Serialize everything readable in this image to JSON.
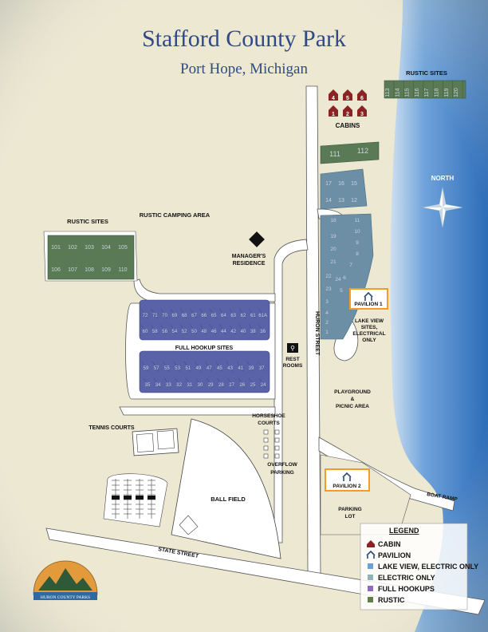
{
  "title": "Stafford County Park",
  "subtitle": "Port Hope, Michigan",
  "compass": "NORTH",
  "labels": {
    "rustic_sites_top": "RUSTIC SITES",
    "cabins": "CABINS",
    "rustic_sites_left": "RUSTIC SITES",
    "rustic_camping_area": "RUSTIC CAMPING AREA",
    "manager_1": "MANAGER'S",
    "manager_2": "RESIDENCE",
    "full_hookup_sites": "FULL HOOKUP SITES",
    "rest_1": "REST",
    "rest_2": "ROOMS",
    "huron_street": "HURON STREET",
    "pavilion_1": "PAVILION 1",
    "lake_view_1": "LAKE VIEW",
    "lake_view_2": "SITES,",
    "lake_view_3": "ELECTRICAL",
    "lake_view_4": "ONLY",
    "playground_1": "PLAYGROUND",
    "playground_2": "&",
    "playground_3": "PICNIC AREA",
    "tennis_courts": "TENNIS COURTS",
    "horseshoe_1": "HORSESHOE",
    "horseshoe_2": "COURTS",
    "overflow_1": "OVERFLOW",
    "overflow_2": "PARKING",
    "ball_field": "BALL FIELD",
    "pavilion_2": "PAVILION 2",
    "boat_ramp": "BOAT RAMP",
    "parking_1": "PARKING",
    "parking_2": "LOT",
    "state_street": "STATE STREET",
    "logo_text": "HURON COUNTY PARKS"
  },
  "legend": {
    "title": "LEGEND",
    "items": [
      {
        "label": "CABIN",
        "color": "#8b2323",
        "icon": "cabin-icon"
      },
      {
        "label": "PAVILION",
        "color": "#2e4a7a",
        "icon": "pavilion-icon"
      },
      {
        "label": "LAKE VIEW, ELECTRIC ONLY",
        "color": "#6f9fd8",
        "icon": "square"
      },
      {
        "label": "ELECTRIC ONLY",
        "color": "#8fb3b8",
        "icon": "square"
      },
      {
        "label": "FULL HOOKUPS",
        "color": "#8e6bc7",
        "icon": "square"
      },
      {
        "label": "RUSTIC",
        "color": "#5f7f4a",
        "icon": "square"
      }
    ]
  },
  "sites": {
    "rustic_top": [
      "113",
      "114",
      "115",
      "116",
      "117",
      "118",
      "119",
      "120"
    ],
    "cabins_top": [
      "4",
      "5",
      "6"
    ],
    "cabins_bottom": [
      "1",
      "2",
      "3"
    ],
    "rustic_cabin_area": [
      "111",
      "112"
    ],
    "electric_upper": [
      "17",
      "16",
      "15",
      "14",
      "13",
      "12"
    ],
    "lake_view_left": [
      "18",
      "19",
      "20",
      "21",
      "22",
      "23",
      "24",
      "3",
      "4",
      "2",
      "1"
    ],
    "lake_view_right": [
      "11",
      "10",
      "9",
      "8",
      "7",
      "6",
      "5"
    ],
    "rustic_left_row1": [
      "101",
      "102",
      "103",
      "104",
      "105"
    ],
    "rustic_left_row2": [
      "106",
      "107",
      "108",
      "109",
      "110"
    ],
    "full_hookup_row1": [
      "72",
      "71",
      "70",
      "69",
      "68",
      "67",
      "66",
      "65",
      "64",
      "63",
      "62",
      "61",
      "61A"
    ],
    "full_hookup_row2": [
      "60",
      "58",
      "56",
      "54",
      "52",
      "50",
      "48",
      "46",
      "44",
      "42",
      "40",
      "38",
      "36"
    ],
    "full_hookup_row3": [
      "59",
      "57",
      "55",
      "53",
      "51",
      "49",
      "47",
      "45",
      "43",
      "41",
      "39",
      "37"
    ],
    "full_hookup_row4": [
      "35",
      "34",
      "33",
      "32",
      "31",
      "30",
      "29",
      "28",
      "27",
      "26",
      "25",
      "24"
    ]
  },
  "colors": {
    "land": "#ede8d2",
    "water": "#3f7fc8",
    "road": "#ffffff",
    "rustic": "#5a7a55",
    "electric": "#6d8fa6",
    "full_hookup": "#5b63a8",
    "cabin": "#8b2323",
    "pavilion": "#2e4a7a",
    "highlight": "#f39c2a",
    "title": "#2f4a86"
  }
}
